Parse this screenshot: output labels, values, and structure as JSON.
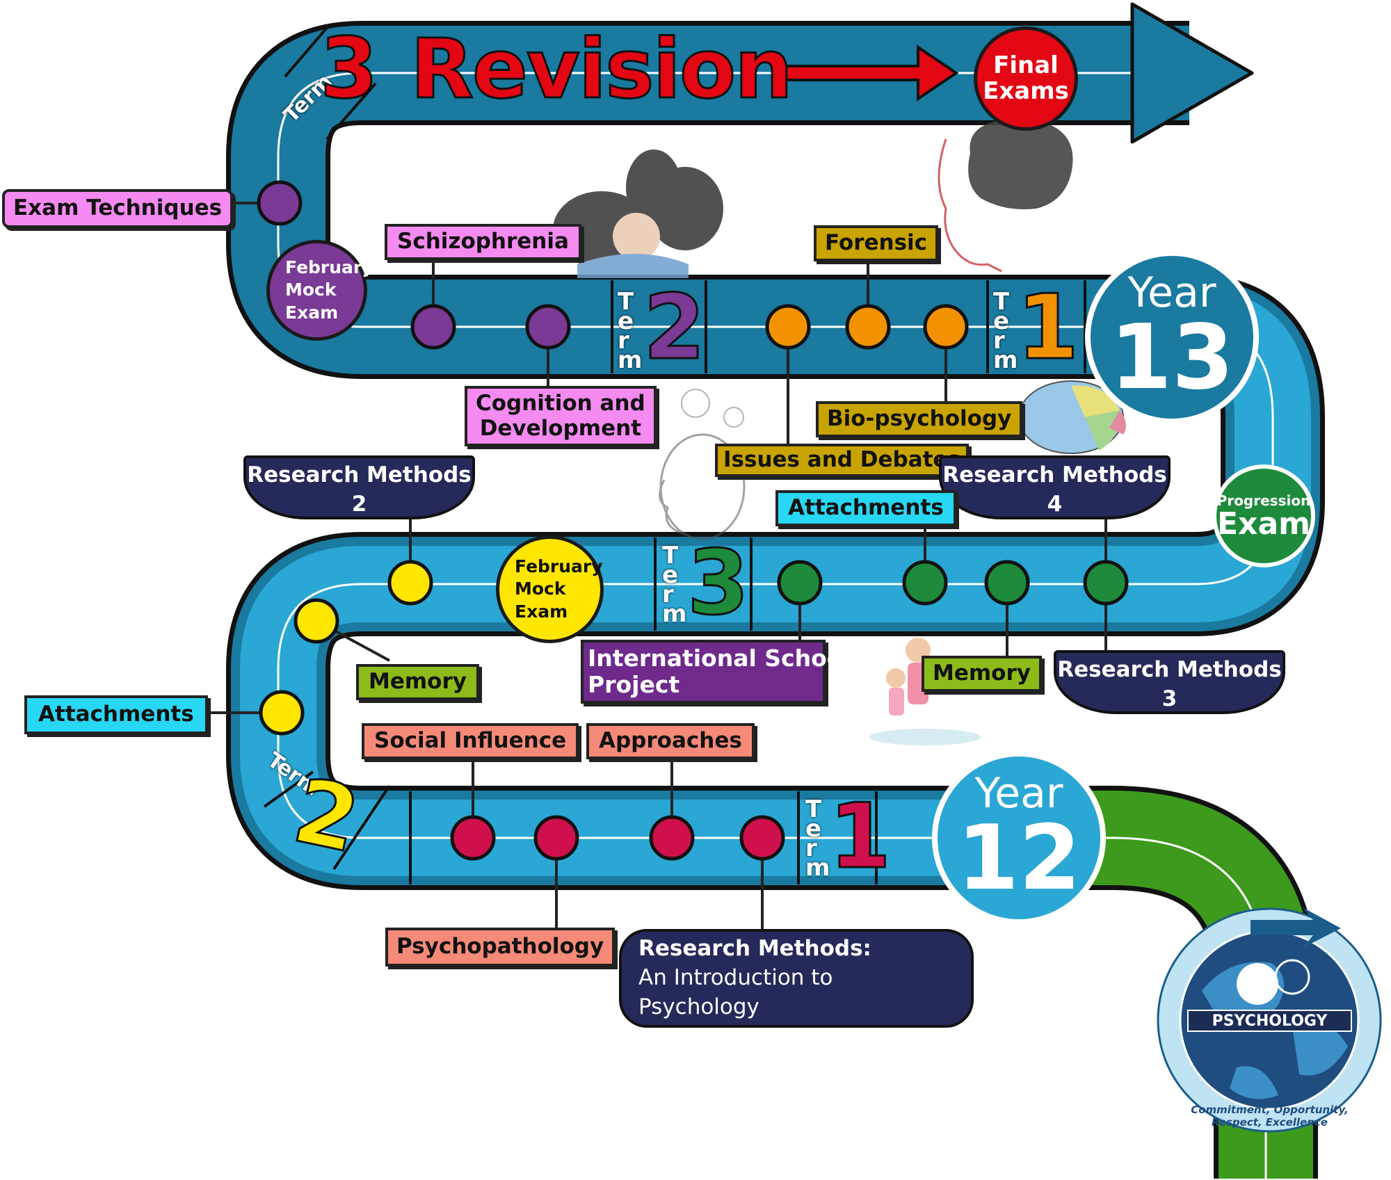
{
  "title": "Revision",
  "final_exams": [
    "Final",
    "Exams"
  ],
  "term_word": "Term",
  "terms": {
    "y13_t3": "3",
    "y13_t2": "2",
    "y13_t1": "1",
    "y12_t3": "3",
    "y12_t2": "2",
    "y12_t1": "1"
  },
  "year13": {
    "word": "Year",
    "num": "13"
  },
  "year12": {
    "word": "Year",
    "num": "12"
  },
  "mock13": [
    "February",
    "Mock",
    "Exam"
  ],
  "mock12": [
    "February",
    "Mock",
    "Exam"
  ],
  "progression": {
    "small": "Progression",
    "big": "Exam"
  },
  "labels": {
    "exam_techniques": "Exam Techniques",
    "schizophrenia": "Schizophrenia",
    "forensic": "Forensic",
    "cognition": [
      "Cognition and",
      "Development"
    ],
    "biopsychology": "Bio-psychology",
    "issues": "Issues and Debates",
    "rm2": [
      "Research Methods",
      "2"
    ],
    "rm4": [
      "Research Methods",
      "4"
    ],
    "attachments_top": "Attachments",
    "memory_left": "Memory",
    "attachments_left": "Attachments",
    "isp": [
      "International School",
      "Project"
    ],
    "memory_right": "Memory",
    "rm3": [
      "Research Methods",
      "3"
    ],
    "social": "Social Influence",
    "approaches": "Approaches",
    "psychopathology": "Psychopathology",
    "rm_intro": [
      "Research Methods:",
      "An Introduction to Psychology"
    ]
  },
  "badge": {
    "name": "PSYCHOLOGY",
    "motto": "Commitment, Opportunity, Respect, Excellence"
  },
  "colors": {
    "road_dark": "#1a7aa0",
    "road_light": "#2aa7d4",
    "purple": "#7b3a96",
    "orange": "#f39200",
    "green": "#1e8a3c",
    "yellow": "#ffe600",
    "crimson": "#d0104c",
    "red": "#e30613",
    "final_green": "#3d9a1c"
  }
}
